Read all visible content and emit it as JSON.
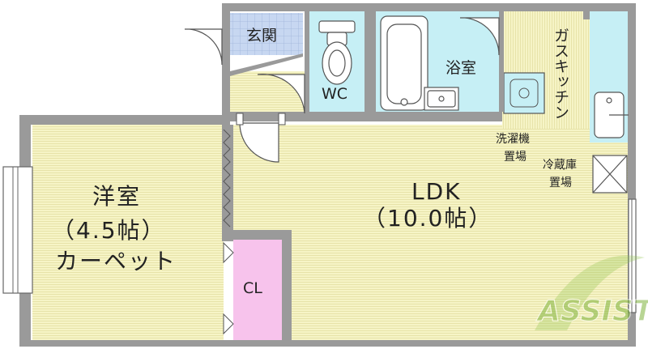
{
  "rooms": {
    "entrance": "玄関",
    "wc": "WC",
    "bathroom": "浴室",
    "kitchen_vertical": "ガスキッチン",
    "washer_line1": "洗濯機",
    "washer_line2": "置場",
    "fridge_line1": "冷蔵庫",
    "fridge_line2": "置場",
    "ldk_line1": "LDK",
    "ldk_line2": "（10.0帖）",
    "western_line1": "洋室",
    "western_line2": "（4.5帖）",
    "western_line3": "カーペット",
    "closet": "CL"
  },
  "watermark": {
    "brand": "ASSIST"
  },
  "colors": {
    "floor": "#f6f4c6",
    "floor_stripe": "#e7e3a9",
    "wall": "#9a9a9a",
    "wet_area": "#c6eff5",
    "entrance_tile": "#c7d7f1",
    "closet": "#f7c3ec",
    "watermark_green": "#8ec24a"
  }
}
